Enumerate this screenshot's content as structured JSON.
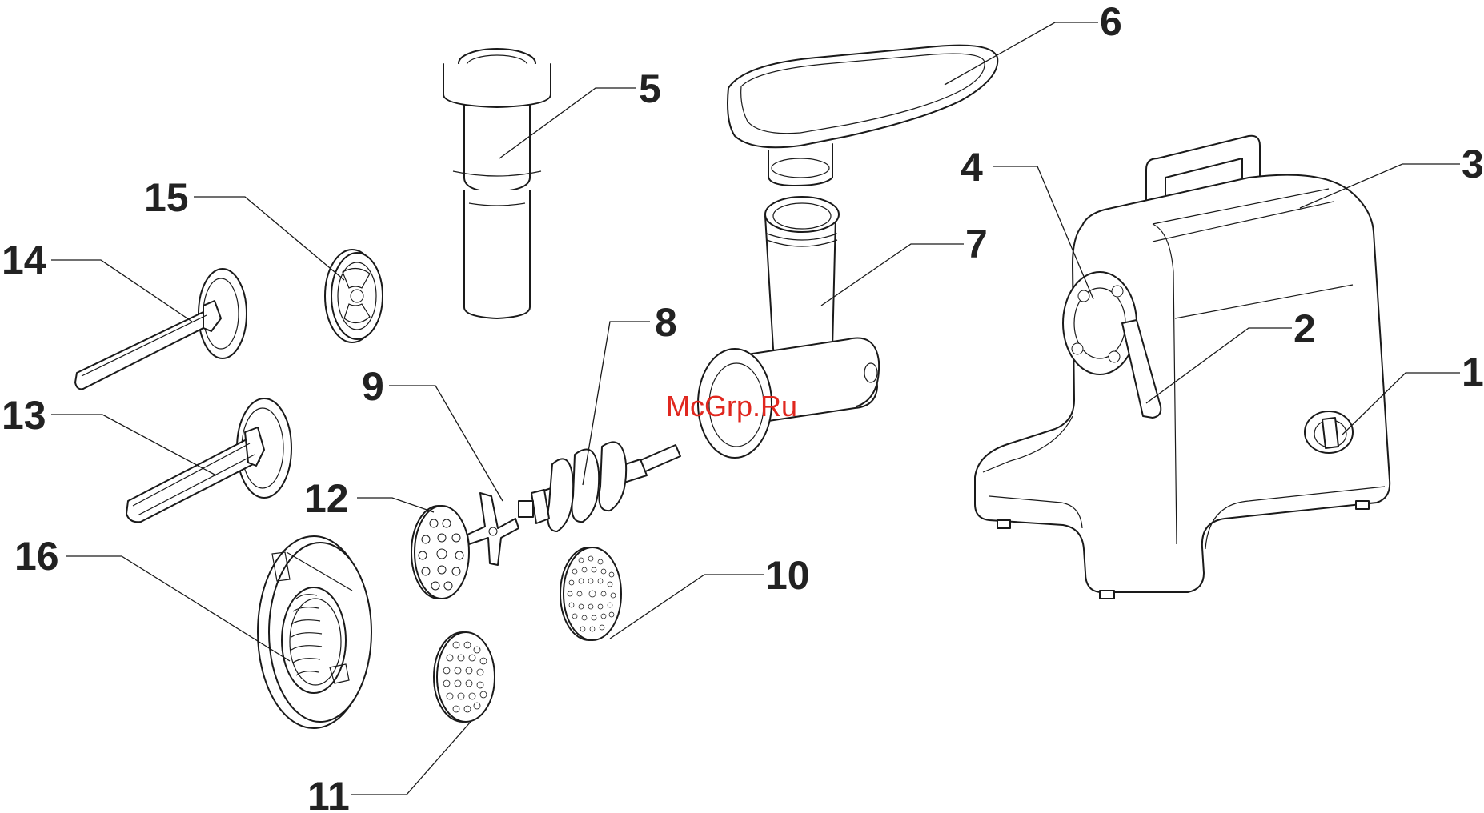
{
  "watermark": "McGrp.Ru",
  "accent_color": "#e0271f",
  "labels": {
    "p1": "1",
    "p2": "2",
    "p3": "3",
    "p4": "4",
    "p5": "5",
    "p6": "6",
    "p7": "7",
    "p8": "8",
    "p9": "9",
    "p10": "10",
    "p11": "11",
    "p12": "12",
    "p13": "13",
    "p14": "14",
    "p15": "15",
    "p16": "16"
  }
}
